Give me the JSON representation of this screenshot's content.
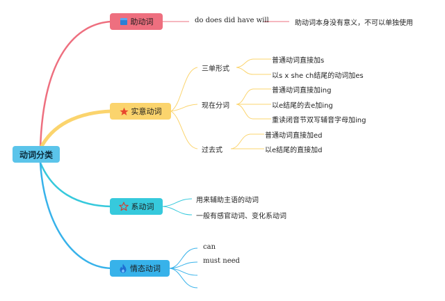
{
  "root": {
    "label": "动词分类"
  },
  "branches": [
    {
      "label": "助动词",
      "icon": "blue-square-icon",
      "color": "#ee6f7f",
      "children": [
        {
          "label": "do does did have will",
          "children": [
            {
              "label": "助动词本身没有意义，不可以单独使用"
            }
          ]
        }
      ]
    },
    {
      "label": "实意动词",
      "icon": "red-star-icon",
      "color": "#fbd46d",
      "children": [
        {
          "label": "三单形式",
          "children": [
            {
              "label": "普通动词直接加s"
            },
            {
              "label": "以s x she ch结尾的动词加es"
            }
          ]
        },
        {
          "label": "现在分词",
          "children": [
            {
              "label": "普通动词直接加ing"
            },
            {
              "label": "以e结尾的去e加ing"
            },
            {
              "label": "重读闭音节双写辅音字母加ing"
            }
          ]
        },
        {
          "label": "过去式",
          "children": [
            {
              "label": "普通动词直接加ed"
            },
            {
              "label": "以e结尾的直接加d"
            }
          ]
        }
      ]
    },
    {
      "label": "系动词",
      "icon": "star-outline-icon",
      "color": "#36c9dc",
      "children": [
        {
          "label": "用来辅助主语的动词"
        },
        {
          "label": "一般有感官动词、变化系动词"
        }
      ]
    },
    {
      "label": "情态动词",
      "icon": "flame-icon",
      "color": "#37b2ea",
      "children": [
        {
          "label": "can"
        },
        {
          "label": "must need"
        },
        {
          "label": ""
        },
        {
          "label": ""
        }
      ]
    }
  ]
}
